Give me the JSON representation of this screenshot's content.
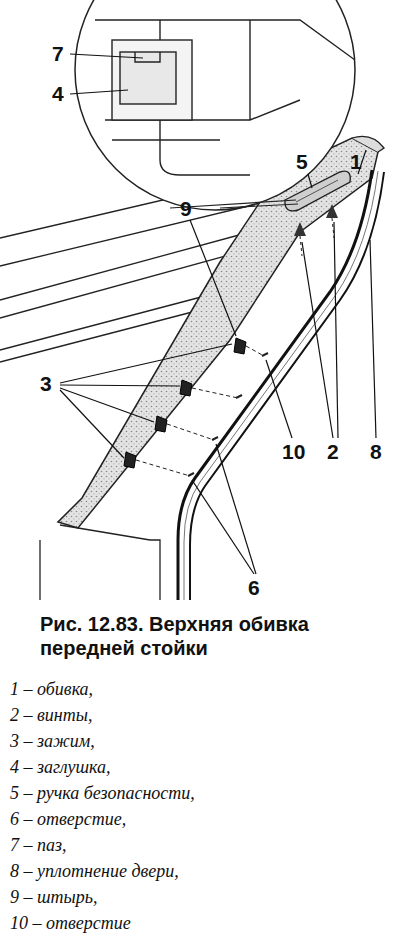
{
  "diagram": {
    "caption": "Рис. 12.83. Верхняя обивка передней стойки",
    "labels": [
      "7",
      "4",
      "5",
      "1",
      "9",
      "3",
      "10",
      "2",
      "8",
      "6",
      "1 – обивка,",
      "2 – винты,",
      "3 – зажим,",
      "4 – заглушка,",
      "5 – ручка безопасности,",
      "6 – отверстие,",
      "7 – паз,",
      "8 – уплотнение двери,",
      "9 – штырь,",
      "10 – отверстие"
    ]
  }
}
